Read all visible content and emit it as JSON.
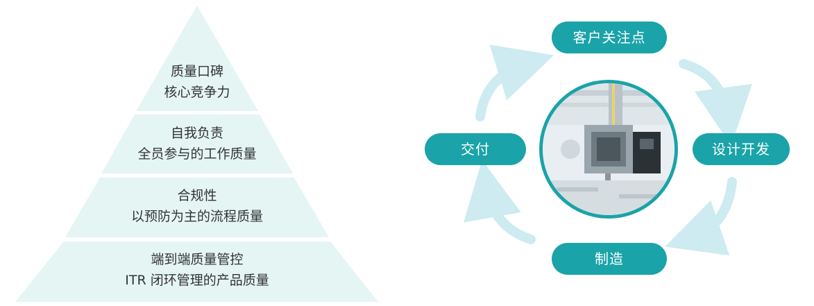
{
  "pyramid": {
    "tiers": [
      {
        "line1": "质量口碑",
        "line2": "核心竞争力"
      },
      {
        "line1": "自我负责",
        "line2": "全员参与的工作质量"
      },
      {
        "line1": "合规性",
        "line2": "以预防为主的流程质量"
      },
      {
        "line1": "端到端质量管控",
        "line2": "ITR 闭环管理的产品质量"
      }
    ],
    "fill_color": "#e4f5f4"
  },
  "cycle": {
    "stages": {
      "top": "客户关注点",
      "right": "设计开发",
      "bottom": "制造",
      "left": "交付"
    },
    "accent_color": "#1aa3a8",
    "arrow_color": "#cdebf0"
  }
}
